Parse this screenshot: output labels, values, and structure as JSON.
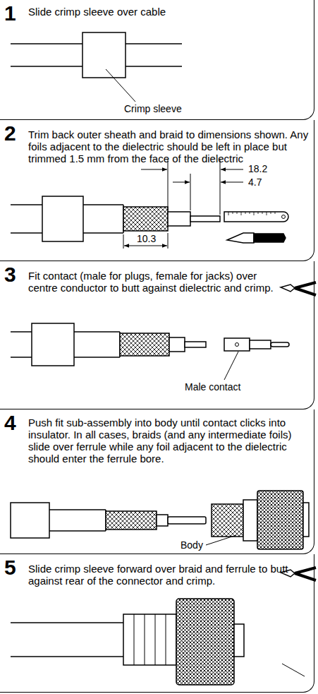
{
  "diagram": {
    "nodes": [
      {
        "text": [
          "1",
          "Slide crimp sleeve over cable"
        ]
      },
      {
        "text": [
          "2",
          "Trim back outer sheath and braid to dimensions shown. Any foils adjacent to the dielectric should be left in place but trimmed 1.5 mm from the face of the dielectric"
        ]
      },
      {
        "text": [
          "3",
          "Fit contact (male for plugs, female for jacks) over centre conductor to butt against dielectric and crimp."
        ]
      },
      {
        "text": [
          "4",
          "Push fit sub-assembly into body until contact clicks into insulator. In all cases, braids (and any intermediate foils) slide over ferrule while any foil adjacent to the dielectric should enter the ferrule bore."
        ]
      },
      {
        "text": [
          "5",
          "Slide crimp sleeve forward over braid and ferrule to butt against rear of the connector and crimp."
        ]
      }
    ],
    "labels": [
      "Crimp sleeve",
      "18.2",
      "4.7",
      "10.3",
      "Male contact",
      "Body"
    ]
  }
}
